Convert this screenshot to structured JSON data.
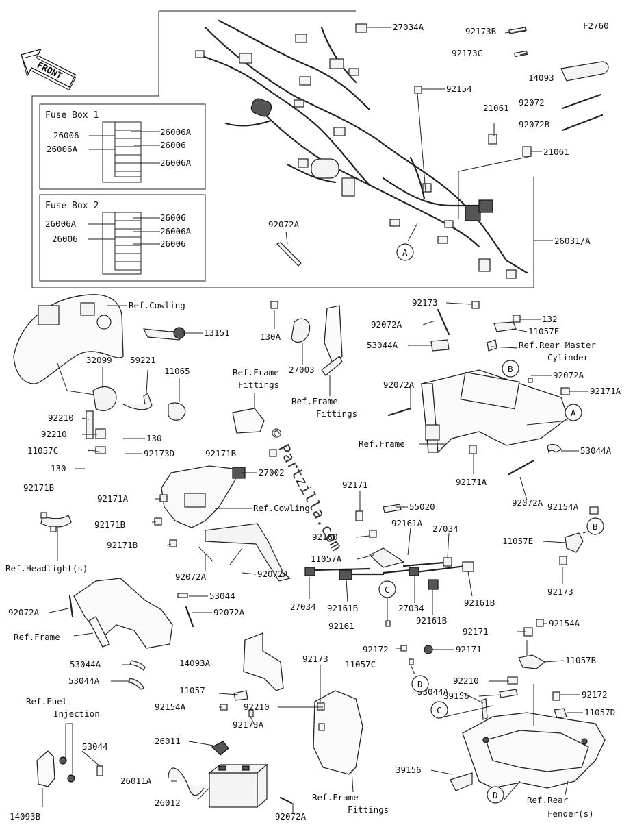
{
  "figure_code": "F2760",
  "front_label": "FRONT",
  "watermark": "© Partzilla.com",
  "fuse_box_1": {
    "title": "Fuse Box 1",
    "labels": [
      "26006",
      "26006A",
      "26006A",
      "26006",
      "26006A"
    ]
  },
  "fuse_box_2": {
    "title": "Fuse Box 2",
    "labels": [
      "26006A",
      "26006",
      "26006",
      "26006A",
      "26006"
    ]
  },
  "callouts": {
    "c27034A": "27034A",
    "c92173B": "92173B",
    "c92173C": "92173C",
    "c14093": "14093",
    "c92154": "92154",
    "c21061a": "21061",
    "c92072": "92072",
    "c92072B": "92072B",
    "c21061b": "21061",
    "c26031A": "26031/A",
    "c92072Aa": "92072A",
    "refCowling1": "Ref.Cowling",
    "c13151": "13151",
    "c130A": "130A",
    "c27003": "27003",
    "refFrameFittings1": "Ref.Frame",
    "refFrameFittings1b": "Fittings",
    "refFrameFittings2": "Ref.Frame",
    "refFrameFittings2b": "Fittings",
    "c32099": "32099",
    "c59221": "59221",
    "c11065": "11065",
    "c92210a": "92210",
    "c92210b": "92210",
    "c130a": "130",
    "c11057C": "11057C",
    "c92173D": "92173D",
    "c130b": "130",
    "c92171Ba": "92171B",
    "c92173a": "92173",
    "c132": "132",
    "c92072Ab": "92072A",
    "c11057F": "11057F",
    "c53044Aa": "53044A",
    "refRearMaster": "Ref.Rear Master",
    "refRearMasterb": "Cylinder",
    "c92072Ac": "92072A",
    "c92072Ad": "92072A",
    "c92171Aa": "92171A",
    "refFrame1": "Ref.Frame",
    "c53044Ab": "53044A",
    "c92171Ab": "92171A",
    "c92072Ae": "92072A",
    "c92171B_hl": "92171B",
    "refHeadlight": "Ref.Headlight(s)",
    "c27002": "27002",
    "c92171Ac": "92171A",
    "refCowling2": "Ref.Cowling",
    "c92171Bb": "92171B",
    "c92171Bc": "92171B",
    "c92072Af": "92072A",
    "c92072Ag": "92072A",
    "c92171": "92171",
    "c55020": "55020",
    "c92160": "92160",
    "c92161A": "92161A",
    "c27034a": "27034",
    "c11057A": "11057A",
    "c27034b": "27034",
    "c92161Ba": "92161B",
    "c27034c": "27034",
    "c92161Bb": "92161B",
    "c92161Bc": "92161B",
    "c92161": "92161",
    "c92154Aa": "92154A",
    "c11057E": "11057E",
    "c92173b": "92173",
    "c92072Ah": "92072A",
    "c53044": "53044",
    "c92072Ai": "92072A",
    "refFrame2": "Ref.Frame",
    "c53044Ac": "53044A",
    "c53044Ad": "53044A",
    "c14093A": "14093A",
    "c11057": "11057",
    "c92154Ab": "92154A",
    "c92173A": "92173A",
    "c92173c": "92173",
    "c92210c": "92210",
    "c26011": "26011",
    "c26011A": "26011A",
    "c26012": "26012",
    "c92072Aj": "92072A",
    "refFrameFittings3": "Ref.Frame",
    "refFrameFittings3b": "Fittings",
    "refFuel": "Ref.Fuel",
    "refFuelb": "Injection",
    "c53044b": "53044",
    "c14093B": "14093B",
    "c92171b": "92171",
    "c92154Ac": "92154A",
    "c92172a": "92172",
    "c92171c": "92171",
    "c11057C2": "11057C",
    "c11057B": "11057B",
    "c92210d": "92210",
    "c39156a": "39156",
    "c92172b": "92172",
    "c53044Ae": "53044A",
    "c11057D": "11057D",
    "c39156b": "39156",
    "refRearFender": "Ref.Rear",
    "refRearFenderb": "Fender(s)",
    "circA1": "A",
    "circA2": "A",
    "circB1": "B",
    "circB2": "B",
    "circC1": "C",
    "circC2": "C",
    "circD1": "D",
    "circD2": "D"
  }
}
